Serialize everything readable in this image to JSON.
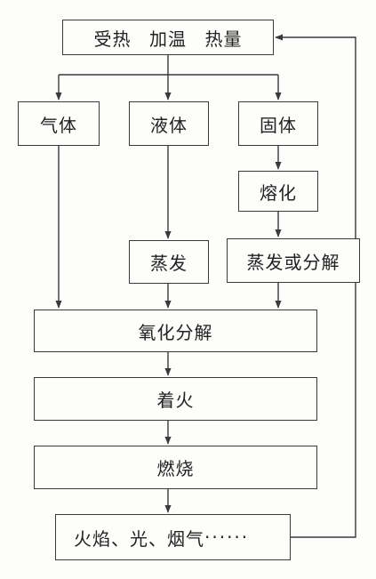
{
  "heat_box": {
    "words": [
      "受热",
      "加温",
      "热量"
    ]
  },
  "states": {
    "gas": "气体",
    "liquid": "液体",
    "solid": "固体"
  },
  "melt": "熔化",
  "evaporate": "蒸发",
  "evaporate_or_decompose": "蒸发或分解",
  "oxidative_decomposition": "氧化分解",
  "ignition": "着火",
  "combustion": "燃烧",
  "products": {
    "text": "火焰、光、烟气",
    "ellipsis": "······"
  },
  "colors": {
    "line": "#3a3a3a",
    "box_border": "#3a3a3a",
    "background": "#fdfdfb"
  }
}
